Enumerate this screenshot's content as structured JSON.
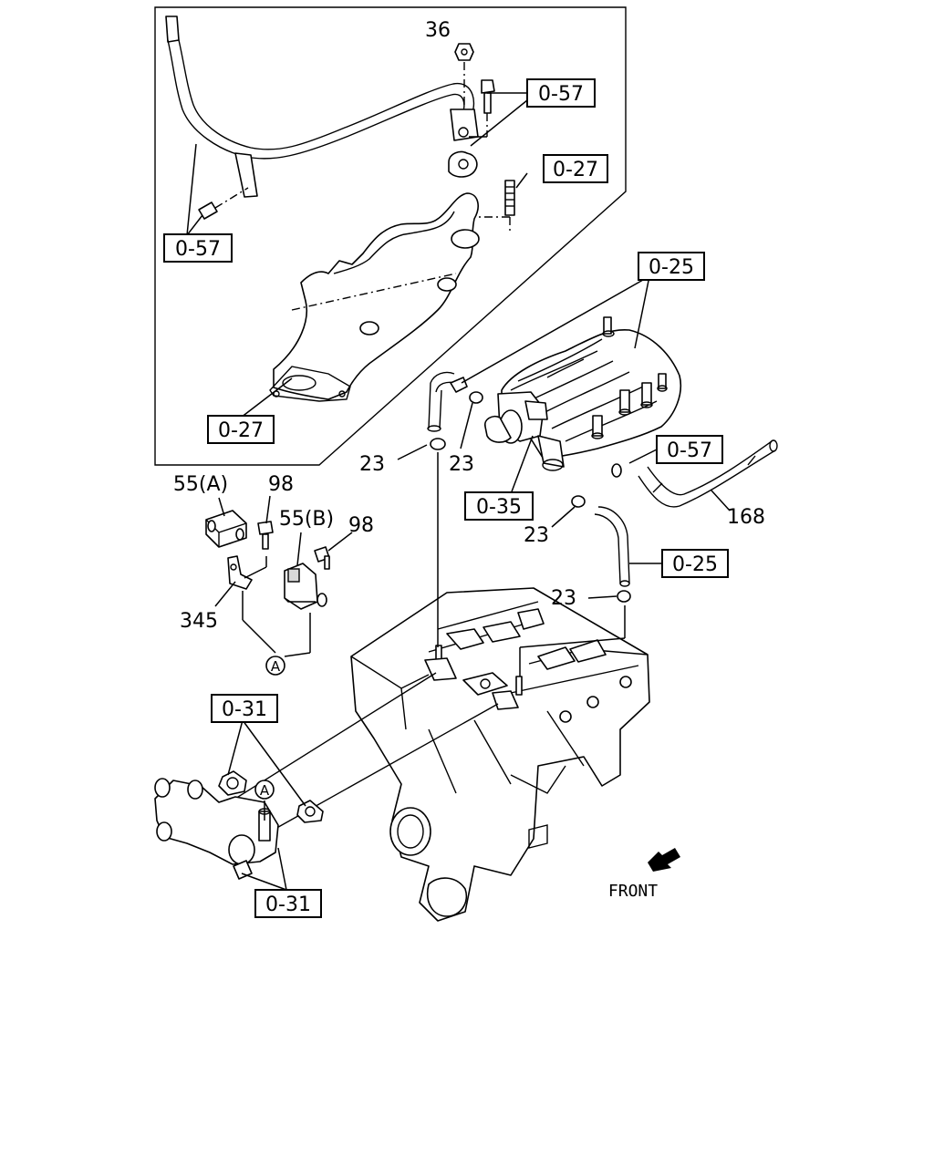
{
  "labels": {
    "l36": "36",
    "l057a": "0-57",
    "l027a": "0-27",
    "l057b": "0-57",
    "l027b": "0-27",
    "l025a": "0-25",
    "l057c": "0-57",
    "l23a": "23",
    "l23b": "23",
    "l035": "0-35",
    "l23c": "23",
    "l168": "168",
    "l025b": "0-25",
    "l23d": "23",
    "l55a": "55(A)",
    "l98a": "98",
    "l55b": "55(B)",
    "l98b": "98",
    "l345": "345",
    "lA1": "A",
    "l031a": "0-31",
    "lA2": "A",
    "l031b": "0-31"
  },
  "front_label": "FRONT"
}
